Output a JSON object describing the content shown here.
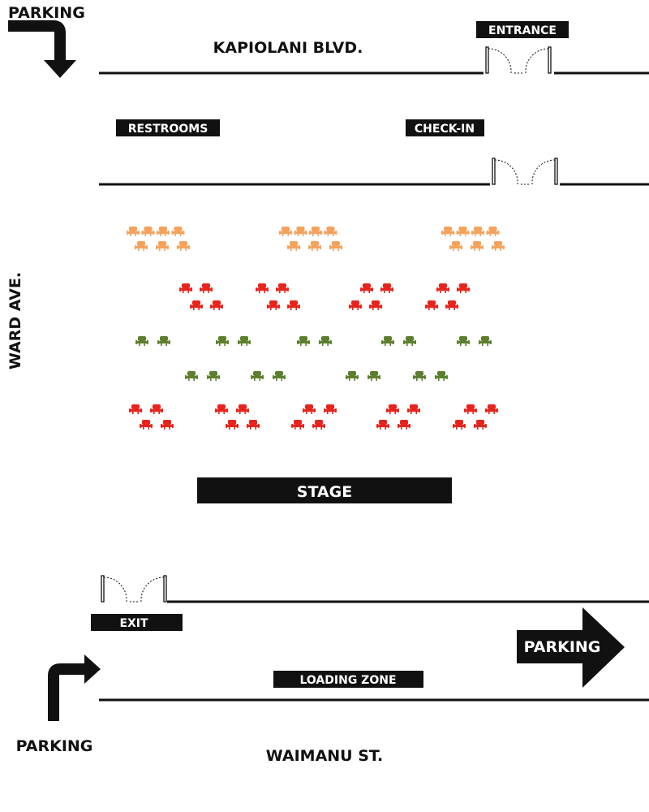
{
  "labels": {
    "parking_top_left": "PARKING",
    "street_top": "KAPIOLANI BLVD.",
    "entrance": "ENTRANCE",
    "restrooms": "RESTROOMS",
    "check_in": "CHECK-IN",
    "street_left": "WARD AVE.",
    "stage": "STAGE",
    "exit": "EXIT",
    "parking_right": "PARKING",
    "loading_zone": "LOADING ZONE",
    "parking_bottom_left": "PARKING",
    "street_bottom": "WAIMANU ST."
  },
  "colors": {
    "ink": "#111111",
    "seat_orange": "#f5a25d",
    "seat_red": "#e8231c",
    "seat_green": "#5c7f2e"
  },
  "icons": {
    "seat": "chair-icon",
    "door": "double-door-icon",
    "arrow": "arrow-icon"
  }
}
